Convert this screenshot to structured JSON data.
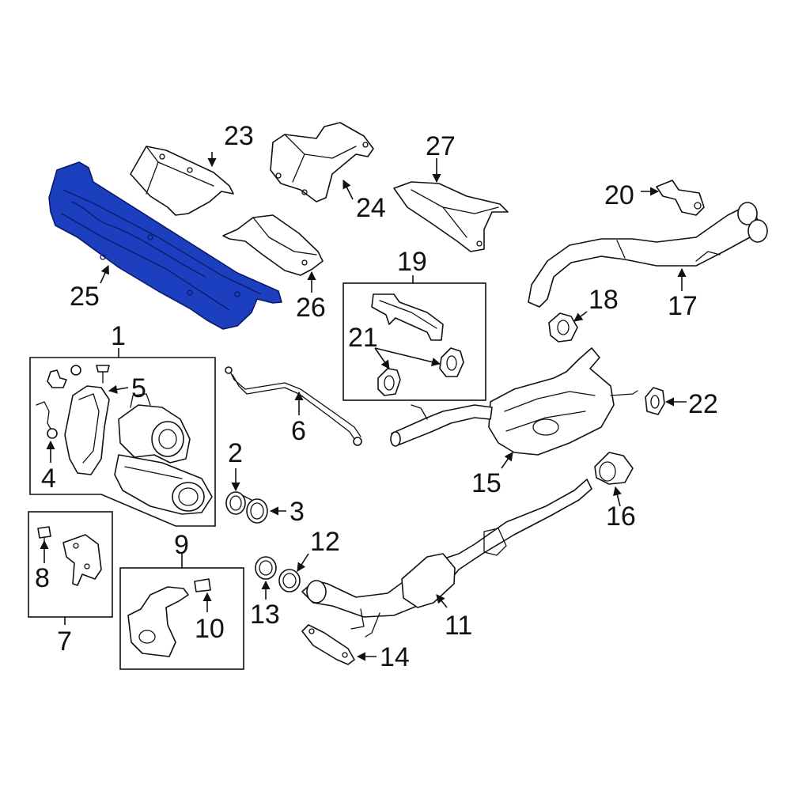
{
  "diagram": {
    "highlight_color": "#1c3fbf",
    "highlighted_part": "25",
    "callouts": {
      "c1": "1",
      "c2": "2",
      "c3": "3",
      "c4": "4",
      "c5": "5",
      "c6": "6",
      "c7": "7",
      "c8": "8",
      "c9": "9",
      "c10": "10",
      "c11": "11",
      "c12": "12",
      "c13": "13",
      "c14": "14",
      "c15": "15",
      "c16": "16",
      "c17": "17",
      "c18": "18",
      "c19": "19",
      "c20": "20",
      "c21": "21",
      "c22": "22",
      "c23": "23",
      "c24": "24",
      "c25": "25",
      "c26": "26",
      "c27": "27"
    }
  }
}
